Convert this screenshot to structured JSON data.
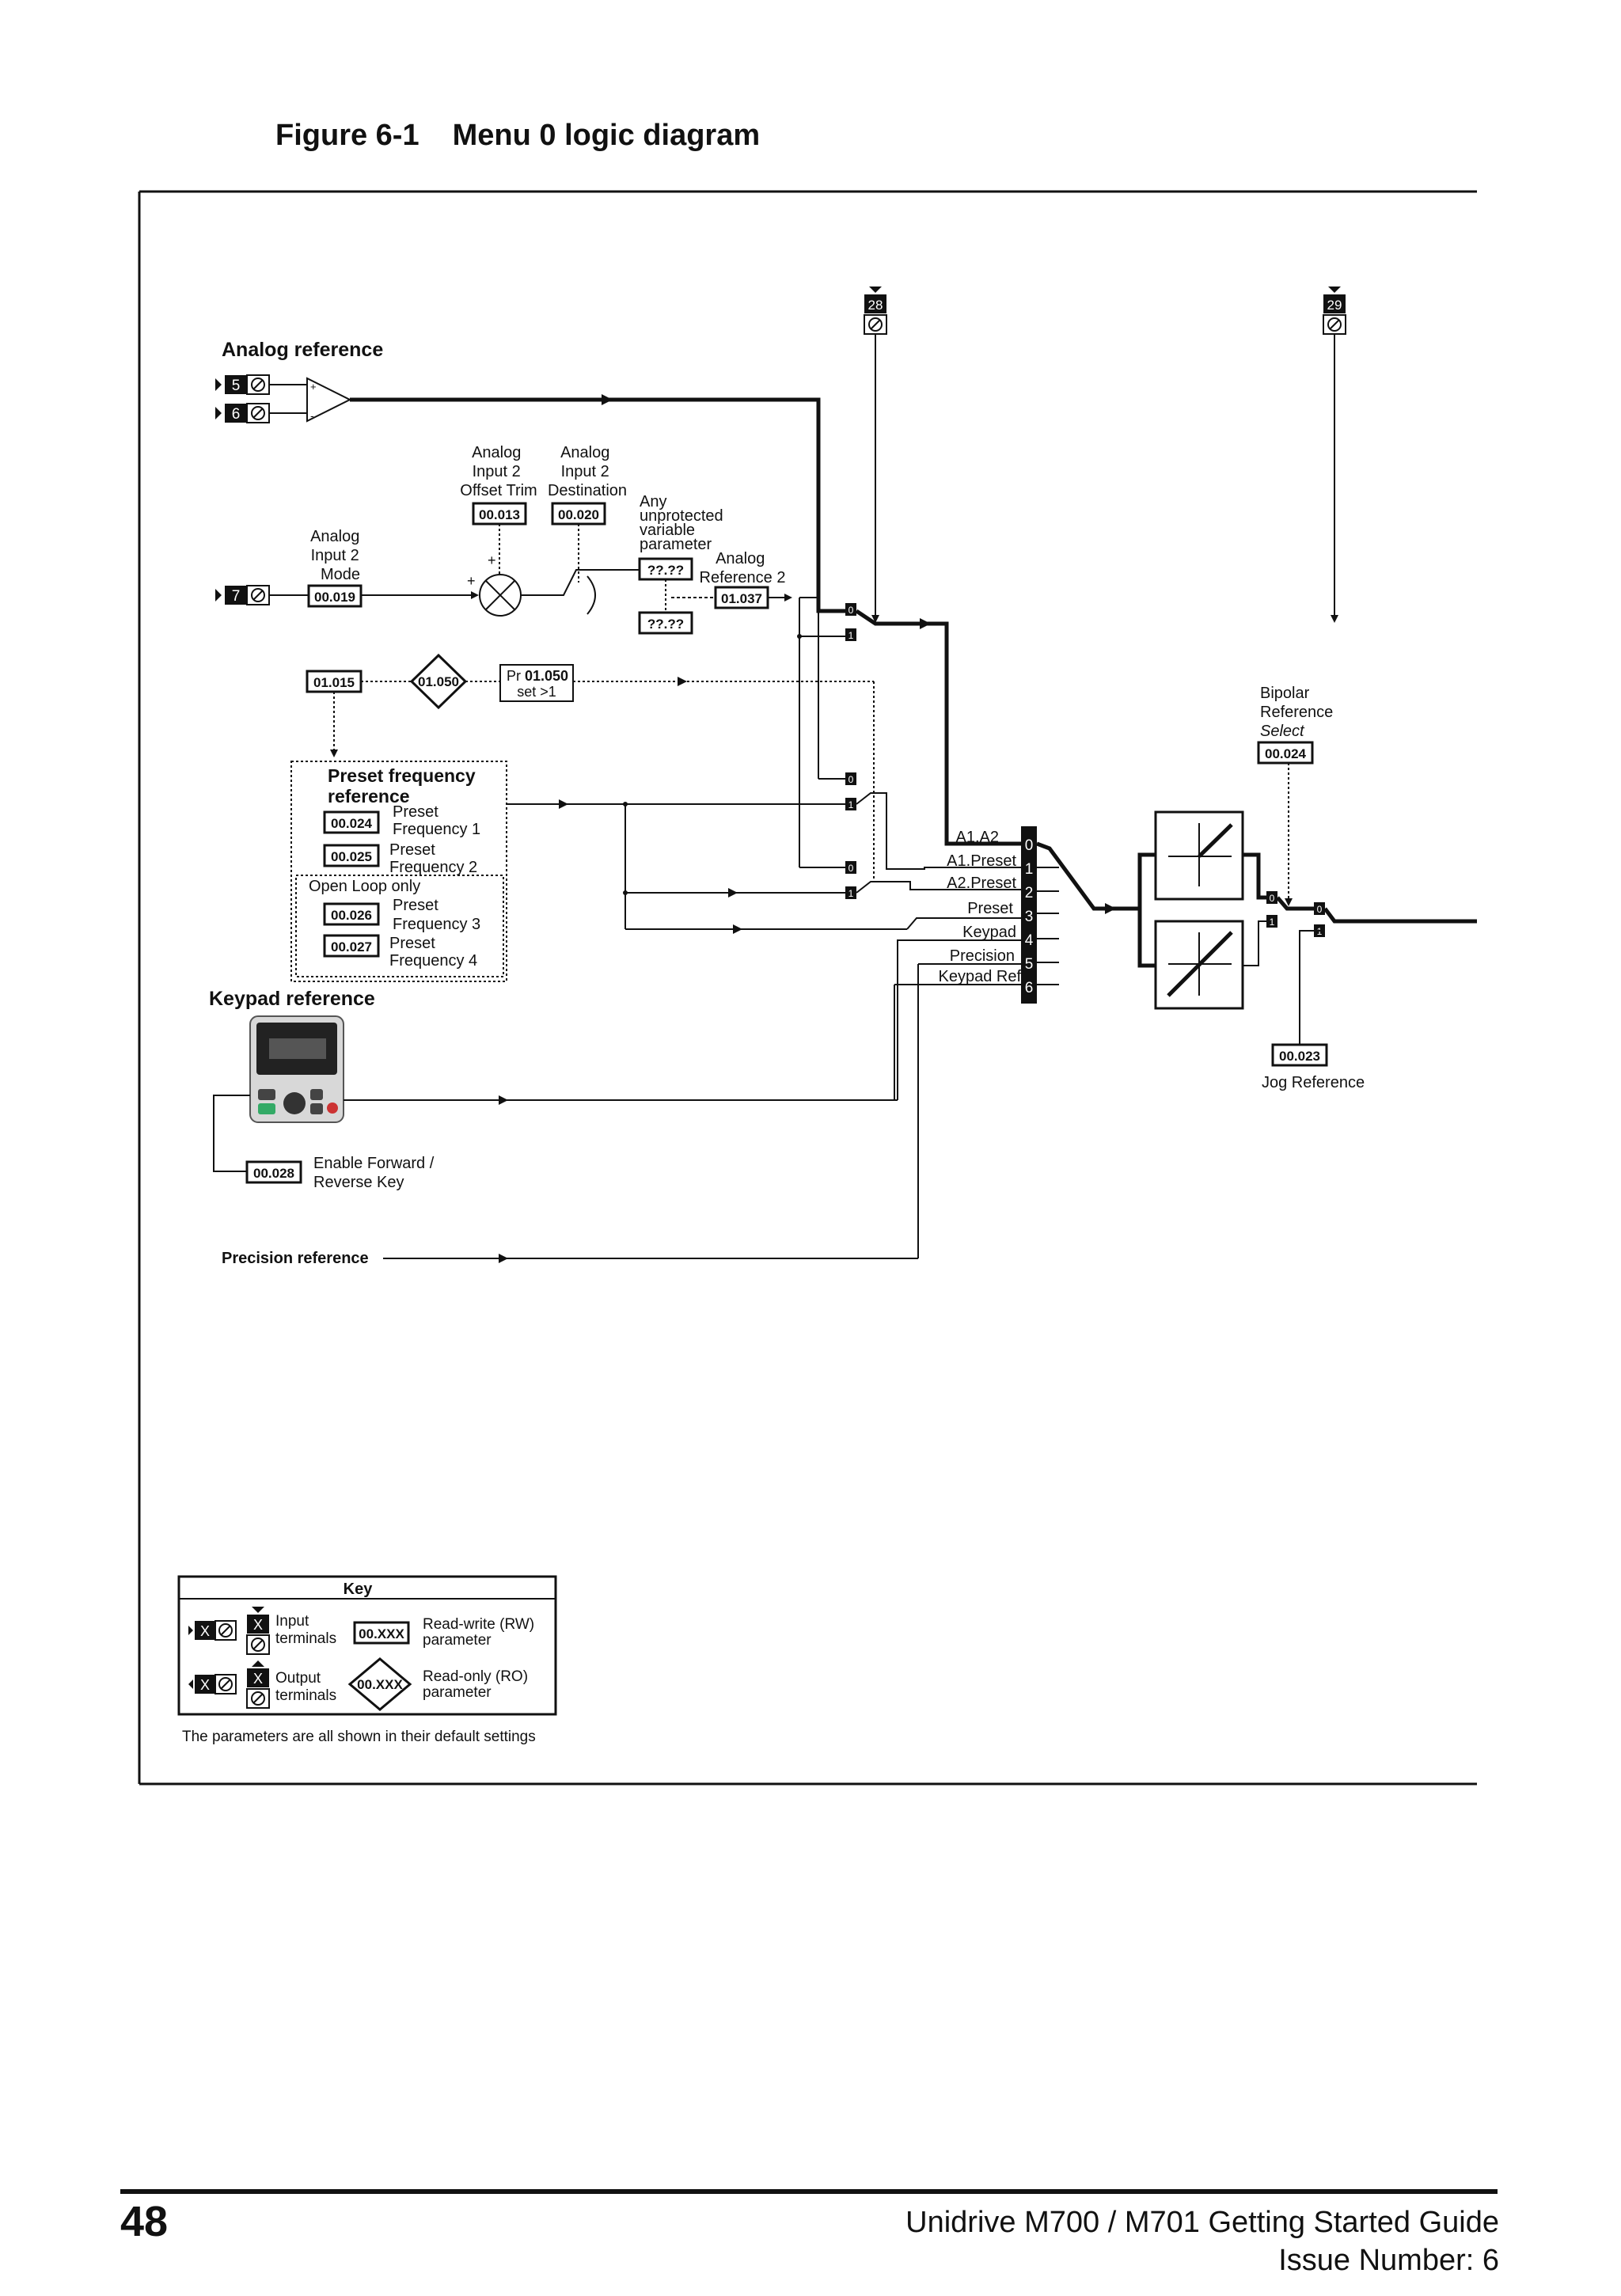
{
  "figure": {
    "number": "Figure 6-1",
    "title": "Menu 0 logic diagram"
  },
  "terminals": {
    "t5": "5",
    "t6": "6",
    "t7": "7",
    "t28": "28",
    "t29": "29"
  },
  "analog": {
    "heading": "Analog reference",
    "offset_trim": [
      "Analog",
      "Input 2",
      "Offset Trim"
    ],
    "offset_trim_param": "00.013",
    "destination": [
      "Analog",
      "Input 2",
      "Destination"
    ],
    "destination_param": "00.020",
    "mode": [
      "Analog",
      "Input 2",
      "Mode"
    ],
    "mode_param": "00.019",
    "any": [
      "Any",
      "unprotected",
      "variable",
      "parameter"
    ],
    "var1": "??.??",
    "var2": "??.??",
    "ref2": [
      "Analog",
      "Reference 2"
    ],
    "ref2_param": "01.037",
    "plus1": "+",
    "plus2": "+"
  },
  "select": {
    "p1015": "01.015",
    "p1050": "01.050",
    "pr_prefix": "Pr",
    "pr_param": "01.050",
    "pr_set": "set >1"
  },
  "preset": {
    "heading": [
      "Preset frequency",
      "reference"
    ],
    "p24": "00.024",
    "l24": [
      "Preset",
      "Frequency 1"
    ],
    "p25": "00.025",
    "l25": [
      "Preset",
      "Frequency 2"
    ],
    "open_loop": "Open Loop only",
    "p26": "00.026",
    "l26": [
      "Preset",
      "Frequency 3"
    ],
    "p27": "00.027",
    "l27": [
      "Preset",
      "Frequency 4"
    ]
  },
  "keypad": {
    "heading": "Keypad reference",
    "p28": "00.028",
    "enable": [
      "Enable Forward /",
      "Reverse Key"
    ]
  },
  "precision": {
    "label": "Precision  reference"
  },
  "selector": {
    "labels": [
      "A1.A2",
      "A1.Preset",
      "A2.Preset",
      "Preset",
      "Keypad",
      "Precision",
      "Keypad Ref"
    ],
    "numbers": [
      "0",
      "1",
      "2",
      "3",
      "4",
      "5",
      "6"
    ]
  },
  "bipolar": {
    "label": [
      "Bipolar",
      "Reference",
      "Select"
    ],
    "param": "00.024"
  },
  "jog": {
    "param": "00.023",
    "label": "Jog Reference"
  },
  "switch_marks": {
    "zero": "0",
    "one": "1"
  },
  "key": {
    "title": "Key",
    "x": "X",
    "input": [
      "Input",
      "terminals"
    ],
    "output": [
      "Output",
      "terminals"
    ],
    "rw_param": "00.XXX",
    "rw": [
      "Read-write (RW)",
      "parameter"
    ],
    "ro_param": "00.XXX",
    "ro": [
      "Read-only (RO)",
      "parameter"
    ],
    "note": "The parameters are all shown in their default settings"
  },
  "footer": {
    "page": "48",
    "guide": "Unidrive M700 / M701 Getting Started Guide",
    "issue": "Issue Number: 6"
  }
}
